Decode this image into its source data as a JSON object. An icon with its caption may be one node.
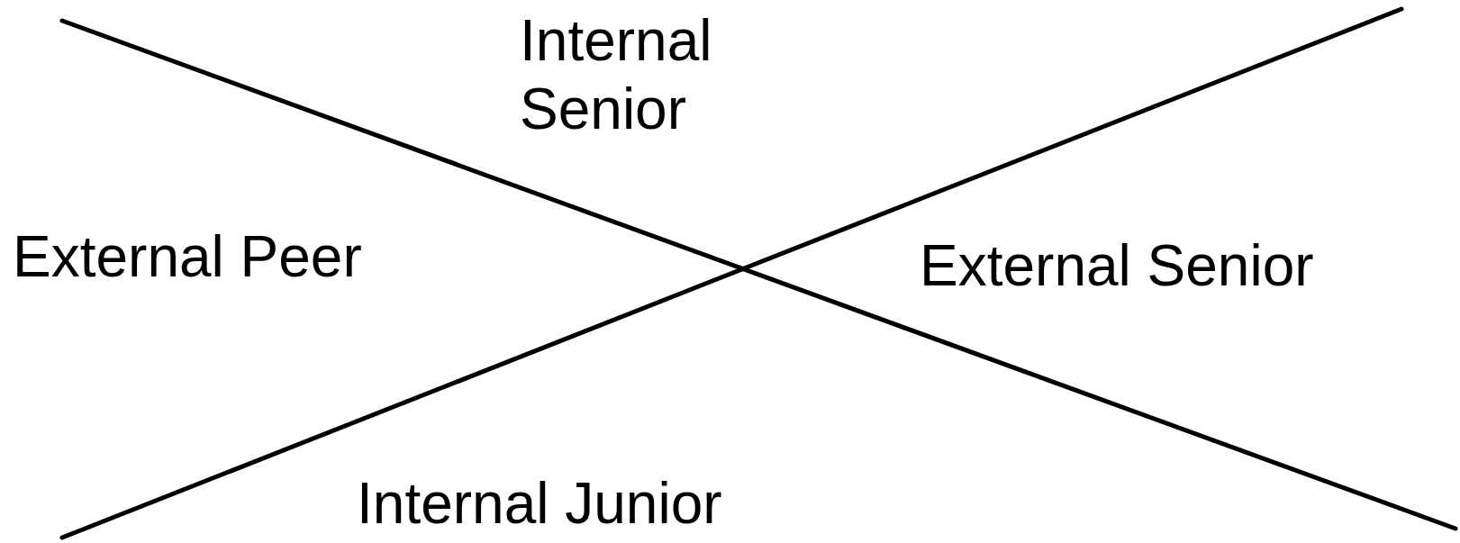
{
  "diagram": {
    "labels": [
      "Internal Senior",
      "External Peer",
      "External Senior",
      "Internal Junior"
    ]
  }
}
